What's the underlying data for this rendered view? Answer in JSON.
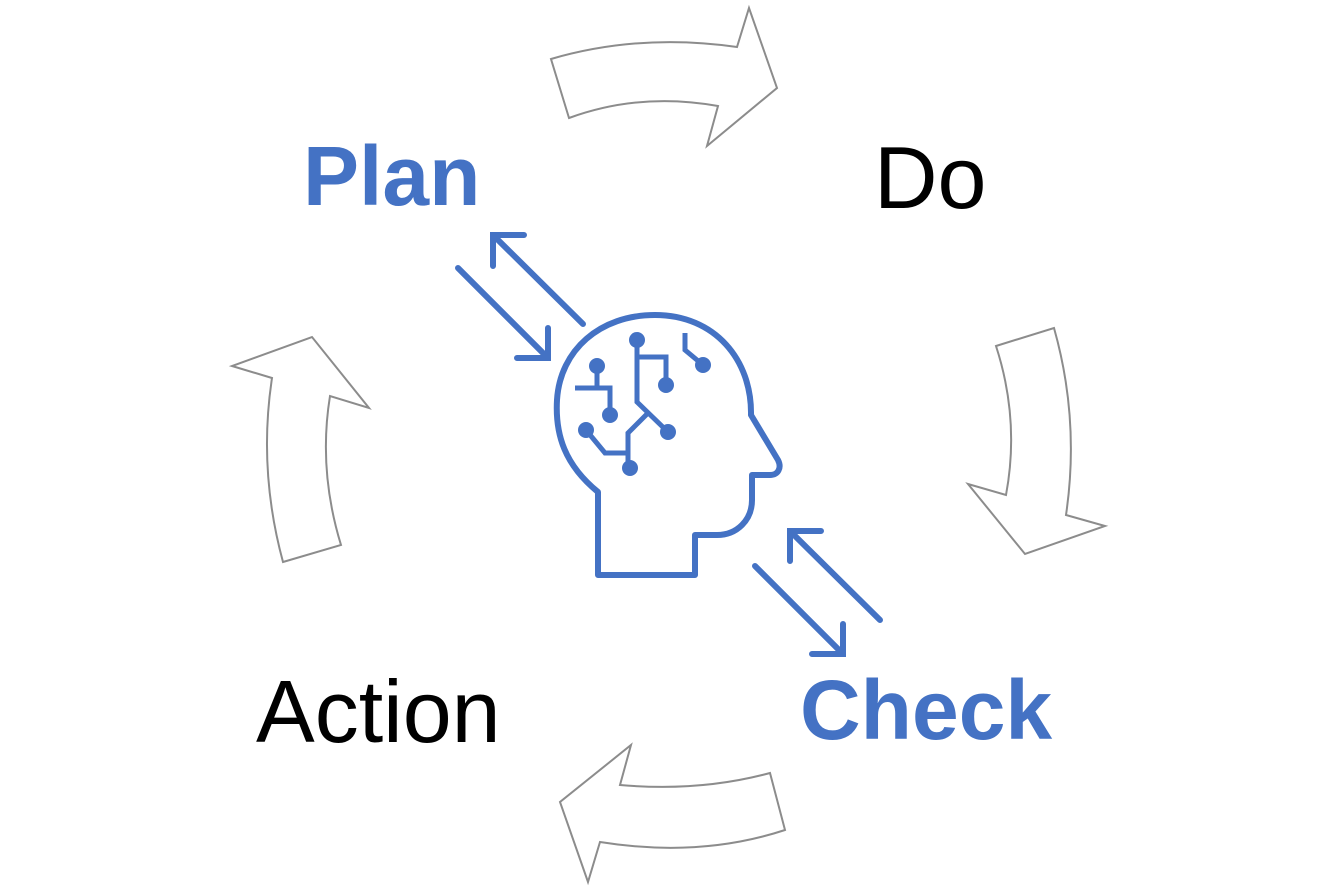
{
  "labels": {
    "plan": "Plan",
    "do": "Do",
    "check": "Check",
    "action": "Action"
  },
  "colors": {
    "accent": "#4472c4",
    "text": "#000000",
    "arrow_outline": "#8c8c8c"
  },
  "icons": [
    "ai-head-circuit-icon",
    "cycle-arrow-icon",
    "bidirectional-arrow-icon"
  ]
}
